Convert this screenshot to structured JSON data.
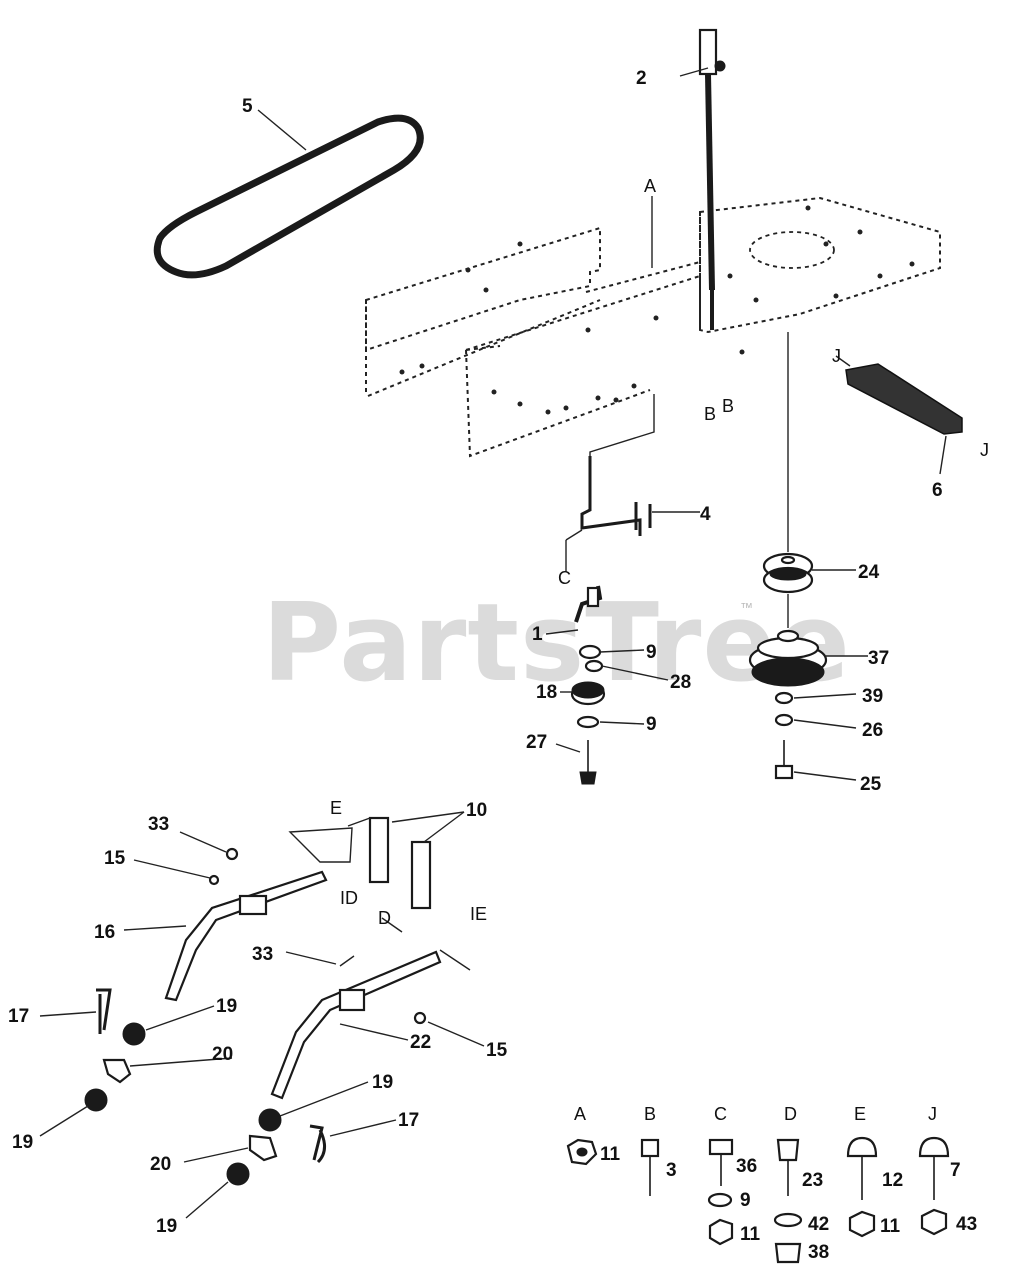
{
  "watermark": {
    "text": "PartsTree",
    "trademark": "™"
  },
  "callouts": {
    "c2": "2",
    "c5": "5",
    "c6": "6",
    "c4": "4",
    "c24": "24",
    "c1": "1",
    "c9a": "9",
    "c28": "28",
    "c18": "18",
    "c9b": "9",
    "c27": "27",
    "c37": "37",
    "c39": "39",
    "c26": "26",
    "c25": "25",
    "c10": "10",
    "c33a": "33",
    "c15a": "15",
    "c16": "16",
    "c33b": "33",
    "c17a": "17",
    "c19a": "19",
    "c22": "22",
    "c15b": "15",
    "c20a": "20",
    "c19b": "19",
    "c19c": "19",
    "c17b": "17",
    "c20b": "20",
    "c19d": "19"
  },
  "letters": {
    "A": "A",
    "B1": "B",
    "B2": "B",
    "C": "C",
    "D": "D",
    "E1": "E",
    "ID": "ID",
    "IE": "IE",
    "J1": "J",
    "J2": "J"
  },
  "hardware_legend": [
    {
      "header": "A",
      "items": [
        "11"
      ]
    },
    {
      "header": "B",
      "items": [
        "3"
      ]
    },
    {
      "header": "C",
      "items": [
        "36",
        "9",
        "11"
      ]
    },
    {
      "header": "D",
      "items": [
        "23",
        "42",
        "38"
      ]
    },
    {
      "header": "E",
      "items": [
        "12",
        "11"
      ]
    },
    {
      "header": "J",
      "items": [
        "7",
        "43"
      ]
    }
  ]
}
